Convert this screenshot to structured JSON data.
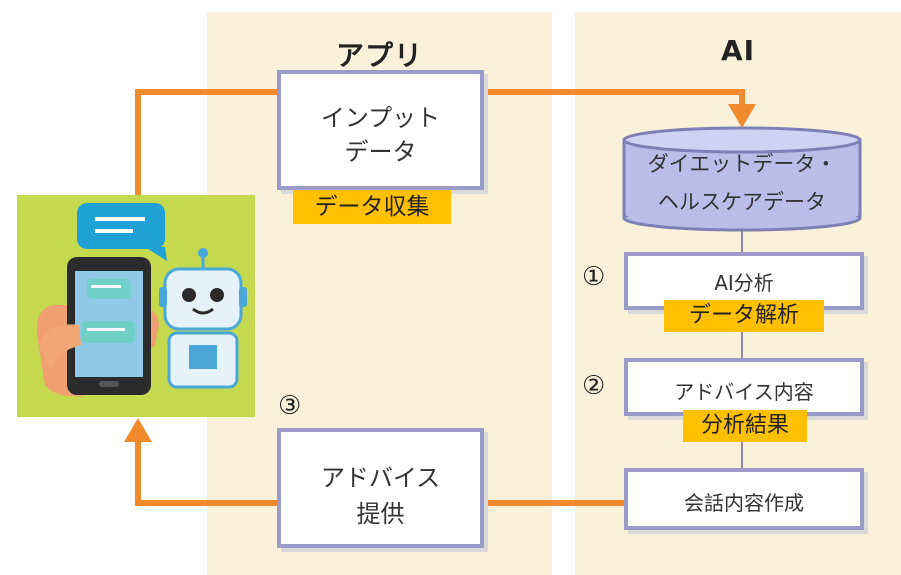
{
  "columns": {
    "app": {
      "title": "アプリ"
    },
    "ai": {
      "title": "AI"
    }
  },
  "input_box": {
    "line1": "インプット",
    "line2": "データ",
    "tag": "データ収集"
  },
  "database": {
    "line1": "ダイエットデータ・",
    "line2": "ヘルスケアデータ"
  },
  "steps": [
    {
      "number": "①",
      "label": "AI分析",
      "tag": "データ解析"
    },
    {
      "number": "②",
      "label": "アドバイス内容",
      "tag": "分析結果"
    }
  ],
  "conversation_box": {
    "label": "会話内容作成"
  },
  "advice_box": {
    "number": "③",
    "line1": "アドバイス",
    "line2": "提供"
  },
  "colors": {
    "arrow": "#f08a2c",
    "box_border": "#9a9bc9",
    "tag": "#ffc000",
    "column_bg": "#fbf0d9",
    "illustration_bg": "#c5d94f"
  },
  "illustration": {
    "icons": [
      "smartphone-icon",
      "chat-bubble-icon",
      "robot-icon",
      "hand-icon"
    ]
  }
}
